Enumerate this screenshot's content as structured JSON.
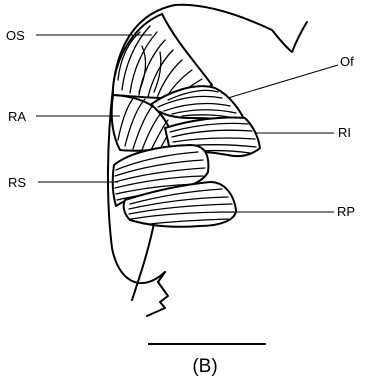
{
  "labels": {
    "os": "OS",
    "of": "Of",
    "ra": "RA",
    "ri": "RI",
    "rs": "RS",
    "rp": "RP"
  },
  "panel_label": "(B)",
  "colors": {
    "ink": "#000000",
    "background": "#ffffff"
  }
}
